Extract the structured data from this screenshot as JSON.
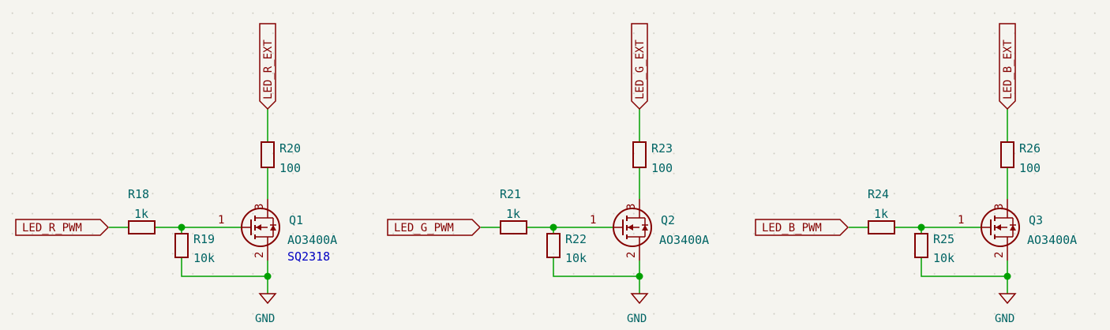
{
  "channels": [
    {
      "input_label": "LED_R_PWM",
      "supply_label": "LED_R_EXT",
      "r_series": {
        "ref": "R18",
        "value": "1k"
      },
      "r_pulldown": {
        "ref": "R19",
        "value": "10k"
      },
      "r_drain": {
        "ref": "R20",
        "value": "100"
      },
      "mosfet": {
        "ref": "Q1",
        "value": "AO3400A",
        "alt": "SQ2318",
        "pin_gate": "1",
        "pin_drain": "3",
        "pin_source": "2"
      },
      "ground": "GND"
    },
    {
      "input_label": "LED_G_PWM",
      "supply_label": "LED_G_EXT",
      "r_series": {
        "ref": "R21",
        "value": "1k"
      },
      "r_pulldown": {
        "ref": "R22",
        "value": "10k"
      },
      "r_drain": {
        "ref": "R23",
        "value": "100"
      },
      "mosfet": {
        "ref": "Q2",
        "value": "AO3400A",
        "pin_gate": "1",
        "pin_drain": "3",
        "pin_source": "2"
      },
      "ground": "GND"
    },
    {
      "input_label": "LED_B_PWM",
      "supply_label": "LED_B_EXT",
      "r_series": {
        "ref": "R24",
        "value": "1k"
      },
      "r_pulldown": {
        "ref": "R25",
        "value": "10k"
      },
      "r_drain": {
        "ref": "R26",
        "value": "100"
      },
      "mosfet": {
        "ref": "Q3",
        "value": "AO3400A",
        "pin_gate": "1",
        "pin_drain": "3",
        "pin_source": "2"
      },
      "ground": "GND"
    }
  ],
  "colors": {
    "wire": "#00a000",
    "component": "#840000",
    "reference_text": "#006464",
    "alt_value_text": "#0000c2",
    "background": "#f5f4ef"
  }
}
